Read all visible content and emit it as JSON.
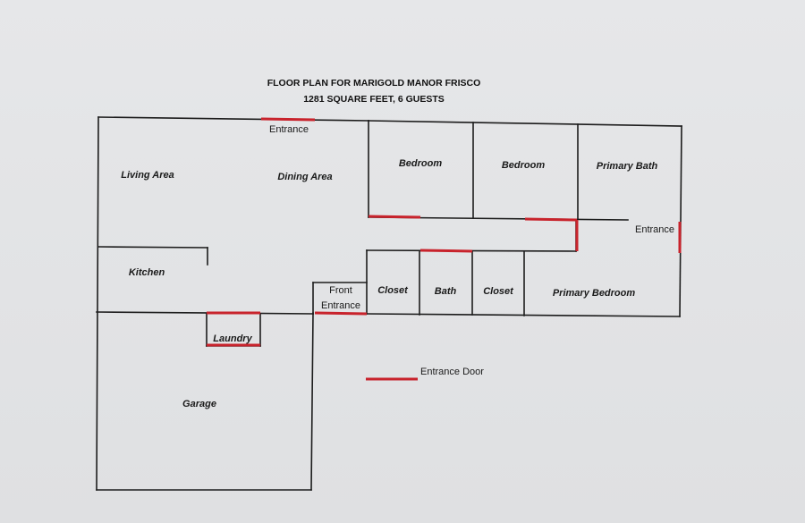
{
  "title": {
    "line1": "FLOOR PLAN FOR MARIGOLD MANOR FRISCO",
    "line2": "1281 SQUARE FEET, 6 GUESTS"
  },
  "rooms": {
    "living_area": "Living Area",
    "dining_area": "Dining Area",
    "kitchen": "Kitchen",
    "laundry": "Laundry",
    "garage": "Garage",
    "bedroom_1": "Bedroom",
    "bedroom_2": "Bedroom",
    "primary_bath": "Primary Bath",
    "closet_1": "Closet",
    "bath": "Bath",
    "closet_2": "Closet",
    "primary_bedroom": "Primary Bedroom"
  },
  "entrances": {
    "top": "Entrance",
    "right": "Entrance",
    "front_line1": "Front",
    "front_line2": "Entrance"
  },
  "legend": {
    "entrance_door": "Entrance Door"
  },
  "colors": {
    "wall": "#1c1c1c",
    "door": "#c8232c"
  }
}
